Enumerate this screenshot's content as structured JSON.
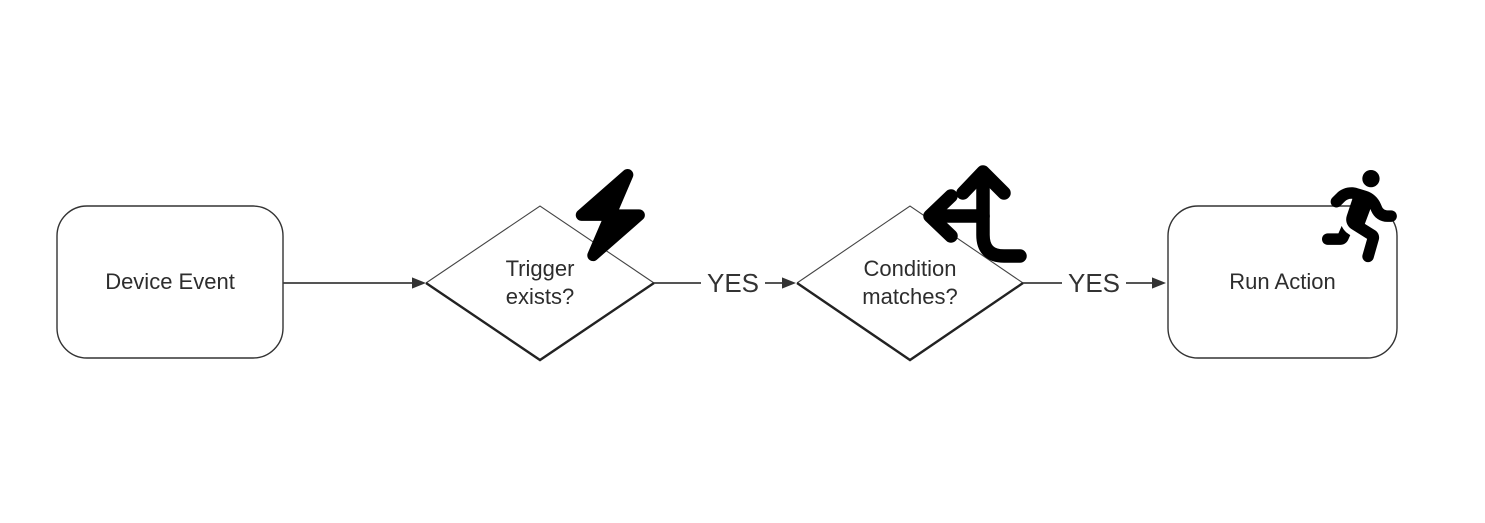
{
  "diagram": {
    "type": "flowchart",
    "orientation": "left-to-right",
    "background": "#ffffff",
    "colors": {
      "node_stroke": "#333333",
      "diamond_top_stroke": "#444444",
      "diamond_bottom_stroke": "#222222",
      "edge_stroke": "#3d3d3d",
      "text": "#2d2d2d",
      "edge_label_text": "#333333",
      "icon_fill": "#000000",
      "node_fill": "#ffffff"
    },
    "nodes": [
      {
        "id": "device-event",
        "shape": "rounded-rectangle",
        "label": "Device Event",
        "icon": null
      },
      {
        "id": "trigger-exists",
        "shape": "diamond",
        "label": "Trigger exists?",
        "label_lines": [
          "Trigger",
          "exists?"
        ],
        "icon": "lightning-bolt"
      },
      {
        "id": "condition-matches",
        "shape": "diamond",
        "label": "Condition matches?",
        "label_lines": [
          "Condition",
          "matches?"
        ],
        "icon": "arrows-split-up-and-left"
      },
      {
        "id": "run-action",
        "shape": "rounded-rectangle",
        "label": "Run Action",
        "icon": "person-running"
      }
    ],
    "edges": [
      {
        "from": "device-event",
        "to": "trigger-exists",
        "label": ""
      },
      {
        "from": "trigger-exists",
        "to": "condition-matches",
        "label": "YES"
      },
      {
        "from": "condition-matches",
        "to": "run-action",
        "label": "YES"
      }
    ]
  }
}
